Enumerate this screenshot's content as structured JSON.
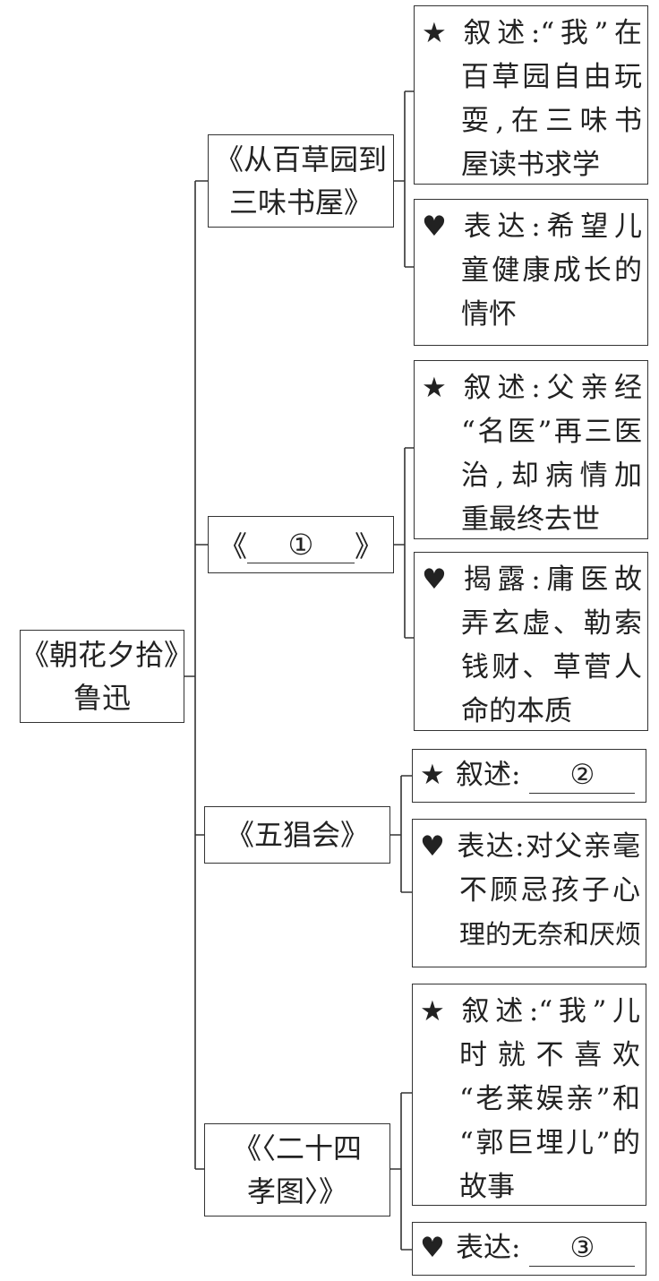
{
  "root": {
    "title": "《朝花夕拾》",
    "author": "鲁迅"
  },
  "chapters": [
    {
      "lines": [
        "《从百草园到",
        "三味书屋》"
      ],
      "narrate": {
        "symbol": "★",
        "lines": [
          "叙述:“我”在",
          "百草园自由玩",
          "耍,在三味书",
          "屋读书求学"
        ]
      },
      "express": {
        "symbol": "♥",
        "lines": [
          "表达:希望儿",
          "童健康成长的",
          "情怀"
        ]
      }
    },
    {
      "open": "《",
      "blank": "①",
      "close": "》",
      "narrate": {
        "symbol": "★",
        "lines": [
          "叙述:父亲经",
          "“名医”再三医",
          "治,却病情加",
          "重最终去世"
        ]
      },
      "express": {
        "symbol": "♥",
        "lines": [
          "揭露:庸医故",
          "弄玄虚、勒索",
          "钱财、草菅人",
          "命的本质"
        ]
      }
    },
    {
      "lines": [
        "《五猖会》"
      ],
      "narrate": {
        "symbol": "★",
        "prefix": "叙述:",
        "blank": "②"
      },
      "express": {
        "symbol": "♥",
        "lines": [
          "表达:对父亲毫",
          "不顾忌孩子心",
          "理的无奈和厌烦"
        ]
      }
    },
    {
      "lines": [
        "《〈二十四",
        "孝图〉》"
      ],
      "narrate": {
        "symbol": "★",
        "lines": [
          "叙述:“我”儿",
          "时就不喜欢",
          "“老莱娱亲”和",
          "“郭巨埋儿”的",
          "故事"
        ]
      },
      "express": {
        "symbol": "♥",
        "prefix": "表达:",
        "blank": "③"
      }
    }
  ]
}
